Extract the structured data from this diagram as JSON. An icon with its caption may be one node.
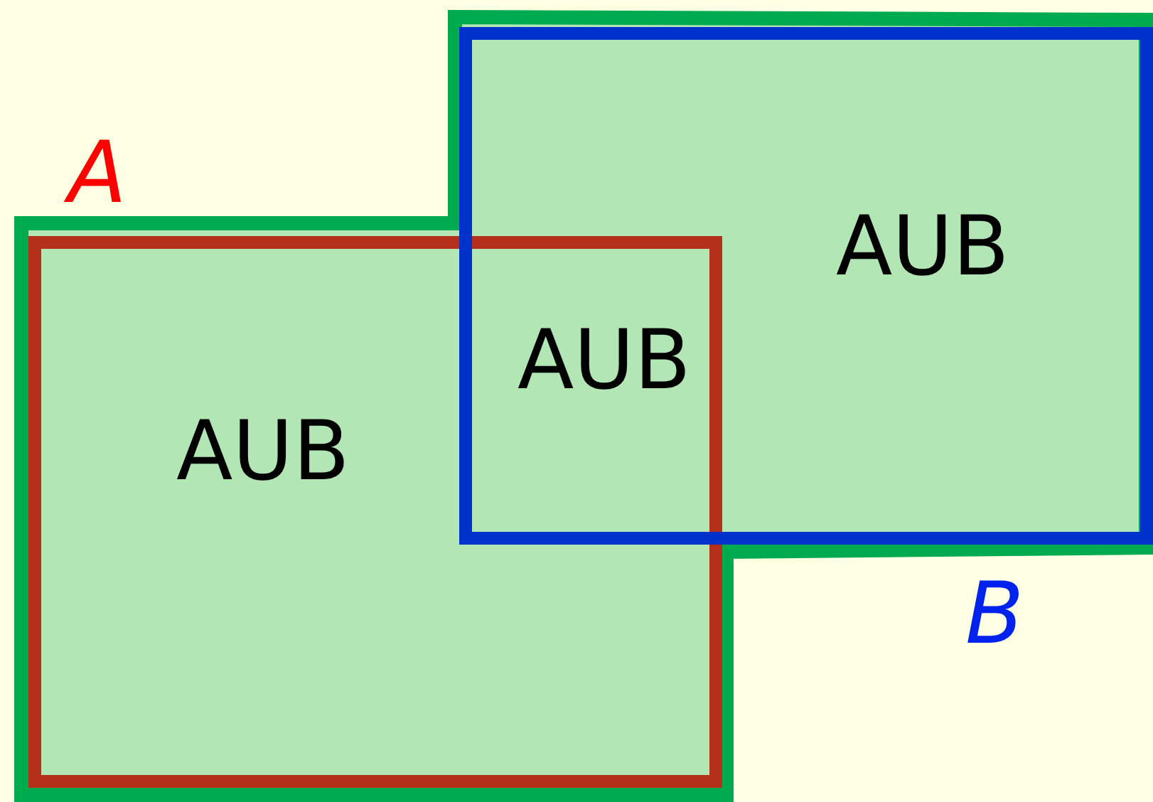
{
  "diagram": {
    "nodes": [
      {
        "text": [
          "A"
        ]
      },
      {
        "text": [
          "B"
        ]
      }
    ],
    "labels": [
      "AUB",
      "AUB",
      "AUB"
    ]
  }
}
